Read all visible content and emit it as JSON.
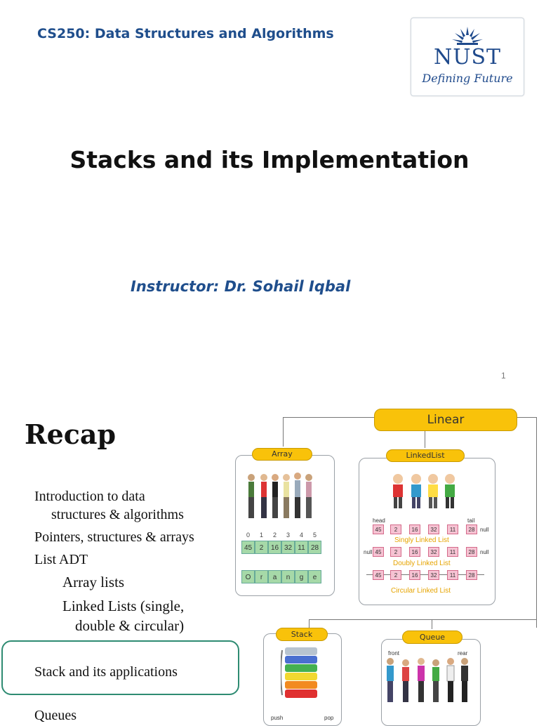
{
  "slide1": {
    "course": "CS250: Data Structures and Algorithms",
    "logo_name": "NUST",
    "logo_tagline": "Defining Future",
    "title": "Stacks and its Implementation",
    "instructor": "Instructor: Dr. Sohail Iqbal",
    "page_number": "1"
  },
  "slide2": {
    "heading": "Recap",
    "items": [
      "Introduction to data",
      "structures & algorithms",
      "Pointers, structures & arrays",
      "List ADT",
      "Array lists",
      "Linked Lists (single,",
      "double & circular)",
      "Stack and its applications",
      "Queues"
    ],
    "diagram": {
      "root": "Linear",
      "array_label": "Array",
      "linkedlist_label": "LinkedList",
      "stack_label": "Stack",
      "queue_label": "Queue",
      "array_indices": [
        "0",
        "1",
        "2",
        "3",
        "4",
        "5"
      ],
      "array_values": [
        "45",
        "2",
        "16",
        "32",
        "11",
        "28"
      ],
      "array_chars": [
        "O",
        "r",
        "a",
        "n",
        "g",
        "e"
      ],
      "ll_values": [
        "45",
        "2",
        "16",
        "32",
        "11",
        "28"
      ],
      "ll_head": "head",
      "ll_tail": "tail",
      "ll_null": "null",
      "singly": "Singly Linked List",
      "doubly": "Doubly Linked List",
      "circular": "Circular Linked List",
      "push": "push",
      "pop": "pop",
      "front": "front",
      "rear": "rear"
    }
  },
  "colors": {
    "accent_blue": "#1f4e8c",
    "pill_yellow": "#f9c20a",
    "highlight_green": "#2e8b72"
  }
}
